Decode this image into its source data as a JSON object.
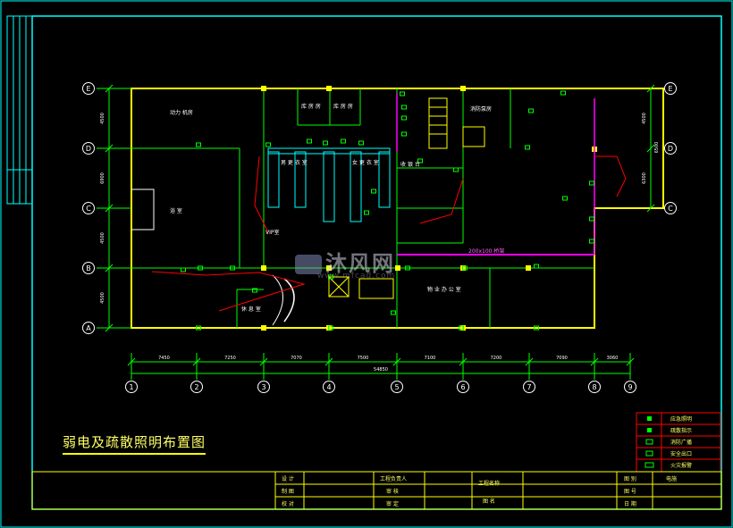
{
  "drawing_title": "弱电及疏散照明布置图",
  "watermark": {
    "text": "沐风网",
    "url": "www.mfcad.com"
  },
  "grid_rows": [
    "E",
    "D",
    "C",
    "B",
    "A"
  ],
  "grid_cols": [
    "1",
    "2",
    "3",
    "4",
    "5",
    "6",
    "7",
    "8",
    "9"
  ],
  "row_spacings": [
    "4500",
    "6900",
    "4500",
    "4500"
  ],
  "right_row_spacings": [
    "4500",
    "6300",
    "6500"
  ],
  "col_spacings": [
    "7450",
    "7250",
    "7070",
    "7500",
    "7100",
    "7200",
    "7090",
    "3060"
  ],
  "total_span": "54850",
  "room_labels": {
    "room_top_left": "动力 机房",
    "room_bath": "浴 室",
    "storeroom_1": "库 房 房",
    "storeroom_2": "库 房 房",
    "room_pump": "消防泵房",
    "hall_left": "男 更 衣 室",
    "hall_right": "女 更 衣 室",
    "room_vip": "VIP室",
    "room_center": "收 银 台",
    "room_bottom_right": "物 业 办 公 室",
    "room_bottom_left": "休 息 室",
    "duct_note": "200x100 桥架"
  },
  "legend": {
    "items": [
      {
        "label": "应急照明"
      },
      {
        "label": "疏散指示"
      },
      {
        "label": "消防广播"
      },
      {
        "label": "安全出口"
      },
      {
        "label": "火灾报警"
      }
    ]
  },
  "title_block": {
    "design": "设 计",
    "drawing": "制 图",
    "check": "校 对",
    "project_lead": "工程负责人",
    "review": "审 核",
    "approve": "审 定",
    "project_name": "工程名称",
    "drawing_name": "图 名",
    "category": "图 别",
    "category_value": "电施",
    "number": "图 号",
    "date": "日 期"
  },
  "colors": {
    "frame": "#00ffff",
    "wall": "#ffff00",
    "partition": "#00ff00",
    "dimension": "#00ff00",
    "cable": "#ff00ff",
    "circuit": "#ff0000",
    "text": "#ffffff",
    "legend_border": "#ff0000"
  }
}
